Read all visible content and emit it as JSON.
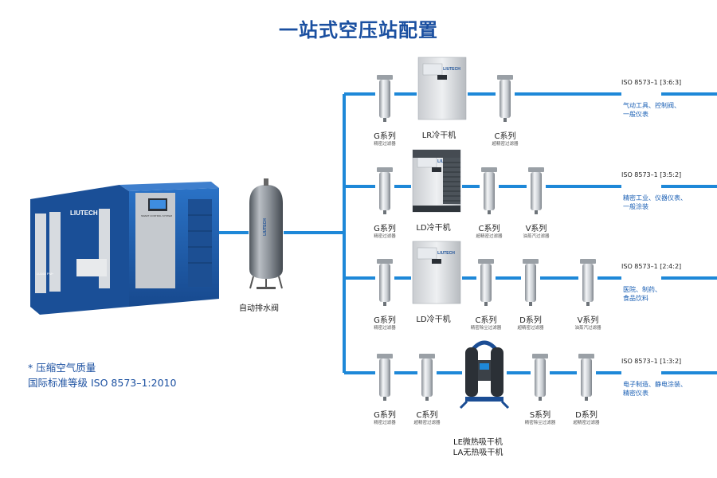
{
  "title": "一站式空压站配置",
  "note": {
    "line1": "* 压缩空气质量",
    "line2": "国际标准等级 ISO 8573–1:2010"
  },
  "compressor": {
    "brand": "LIUTECH",
    "model": "LU160 PM+",
    "panel_text": "SMART CONTROL SYSTEM"
  },
  "tank": {
    "brand": "LIUTECH",
    "label": "自动排水阀"
  },
  "colors": {
    "pipe": "#1e88d8",
    "title": "#1a4fa0",
    "app_text": "#1a5fb4",
    "compressor_blue": "#1f5fae"
  },
  "rows": [
    {
      "iso": "ISO 8573–1 [3:6:3]",
      "app": [
        "气动工具、控制阀、",
        "一般仪表"
      ],
      "items": [
        {
          "type": "filter",
          "name": "G系列",
          "sub": "精密过滤器"
        },
        {
          "type": "dryer",
          "name": "LR冷干机",
          "sub": ""
        },
        {
          "type": "filter",
          "name": "C系列",
          "sub": "超精密过滤器"
        }
      ]
    },
    {
      "iso": "ISO 8573–1 [3:5:2]",
      "app": [
        "精密工业、仪器仪表、",
        "一般涂装"
      ],
      "items": [
        {
          "type": "filter",
          "name": "G系列",
          "sub": "精密过滤器"
        },
        {
          "type": "dryer",
          "name": "LD冷干机",
          "sub": ""
        },
        {
          "type": "filter",
          "name": "C系列",
          "sub": "超精密过滤器"
        },
        {
          "type": "filter",
          "name": "V系列",
          "sub": "油蒸汽过滤器"
        }
      ]
    },
    {
      "iso": "ISO 8573–1 [2:4:2]",
      "app": [
        "医院、制药、",
        "食品饮料"
      ],
      "items": [
        {
          "type": "filter",
          "name": "G系列",
          "sub": "精密过滤器"
        },
        {
          "type": "dryer",
          "name": "LD冷干机",
          "sub": ""
        },
        {
          "type": "filter",
          "name": "C系列",
          "sub": "精密除尘过滤器"
        },
        {
          "type": "filter",
          "name": "D系列",
          "sub": "超精密过滤器"
        },
        {
          "type": "filter",
          "name": "V系列",
          "sub": "油蒸汽过滤器"
        }
      ]
    },
    {
      "iso": "ISO 8573–1 [1:3:2]",
      "app": [
        "电子制造、静电涂装、",
        "精密仪表"
      ],
      "items": [
        {
          "type": "filter",
          "name": "G系列",
          "sub": "精密过滤器"
        },
        {
          "type": "filter",
          "name": "C系列",
          "sub": "超精密过滤器"
        },
        {
          "type": "adsorption",
          "name": "LE微热吸干机",
          "name2": "LA无热吸干机",
          "sub": ""
        },
        {
          "type": "filter",
          "name": "S系列",
          "sub": "精密除尘过滤器"
        },
        {
          "type": "filter",
          "name": "D系列",
          "sub": "超精密过滤器"
        }
      ]
    }
  ]
}
